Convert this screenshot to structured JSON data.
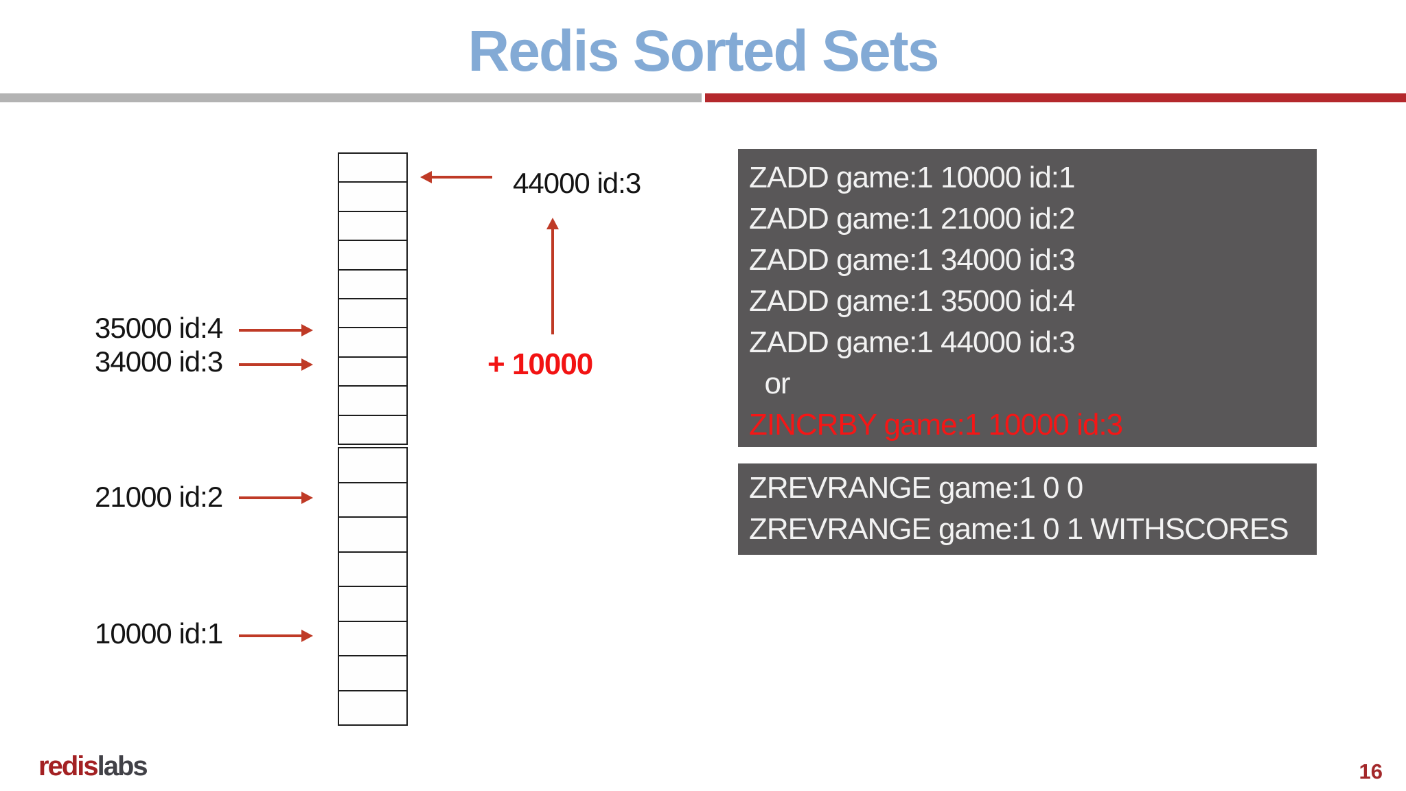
{
  "title": "Redis Sorted Sets",
  "page_number": "16",
  "logo": {
    "redis": "redis",
    "labs": "labs"
  },
  "diagram": {
    "array": {
      "top_cells": 10,
      "bottom_cells": 8
    },
    "score_labels": [
      {
        "text": "35000 id:4"
      },
      {
        "text": "34000 id:3"
      },
      {
        "text": "21000 id:2"
      },
      {
        "text": "10000 id:1"
      }
    ],
    "new_score_label": "44000 id:3",
    "increment_label": "+ 10000"
  },
  "code_blocks": [
    {
      "name": "zadd-commands",
      "lines": [
        {
          "text": "ZADD game:1 10000 id:1",
          "highlight": false
        },
        {
          "text": "ZADD game:1 21000 id:2",
          "highlight": false
        },
        {
          "text": "ZADD game:1 34000 id:3",
          "highlight": false
        },
        {
          "text": "ZADD game:1 35000 id:4",
          "highlight": false
        },
        {
          "text": "ZADD game:1 44000 id:3",
          "highlight": false
        },
        {
          "text": "  or",
          "highlight": false
        },
        {
          "text": "ZINCRBY game:1 10000 id:3",
          "highlight": true
        }
      ]
    },
    {
      "name": "zrevrange-commands",
      "lines": [
        {
          "text": "ZREVRANGE game:1 0 0",
          "highlight": false
        },
        {
          "text": "ZREVRANGE game:1 0 1 WITHSCORES",
          "highlight": false
        }
      ]
    }
  ],
  "colors": {
    "title_blue": "#83aad5",
    "divider_gray": "#b3b3b3",
    "divider_red": "#b4282c",
    "arrow_red": "#bf3a26",
    "highlight_red": "#f51616",
    "increment_red": "#f21313",
    "code_block_bg": "#595758",
    "code_text": "#f2f2f2",
    "logo_red": "#a32123",
    "logo_gray": "#414147",
    "page_number_red": "#a3282a"
  }
}
